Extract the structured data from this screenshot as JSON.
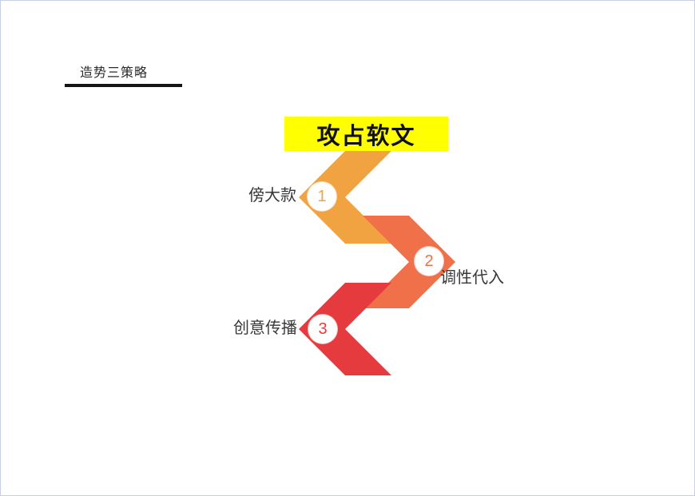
{
  "slide": {
    "background": "#ffffff",
    "border_color": "#c8cfe4"
  },
  "header": {
    "title": "造势三策略",
    "underline_color": "#141414"
  },
  "banner": {
    "text": "攻占软文",
    "background": "#ffff00",
    "text_color": "#111111"
  },
  "diagram": {
    "type": "zigzag-chevron-process",
    "steps": [
      {
        "num": "1",
        "label": "傍大款",
        "color": "#F0A340",
        "direction": "left"
      },
      {
        "num": "2",
        "label": "调性代入",
        "color": "#F0704A",
        "direction": "right"
      },
      {
        "num": "3",
        "label": "创意传播",
        "color": "#E63B3E",
        "direction": "left"
      }
    ]
  }
}
